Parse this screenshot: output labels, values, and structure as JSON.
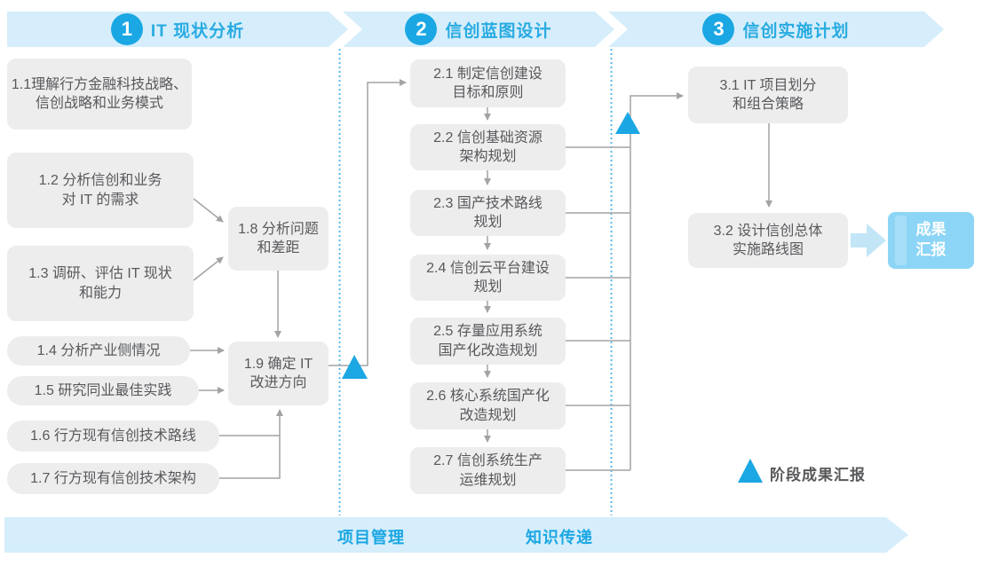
{
  "colors": {
    "accent_blue": "#1ba7e3",
    "banner_text_blue": "#29abe2",
    "banner_bg": "#d6eefb",
    "box_bg": "#ededee",
    "box_text": "#58595b",
    "connector_gray": "#a3a3a3",
    "result_box_bg": "#8dd5f6",
    "block_arrow_bg": "#c3e6f7"
  },
  "phases": [
    {
      "number": "1",
      "title": "IT 现状分析"
    },
    {
      "number": "2",
      "title": "信创蓝图设计"
    },
    {
      "number": "3",
      "title": "信创实施计划"
    }
  ],
  "phase1_boxes": {
    "b1": "1.1理解行方金融科技战略、\n信创战略和业务模式",
    "b2": "1.2 分析信创和业务\n对 IT 的需求",
    "b3": "1.3 调研、评估 IT 现状\n和能力",
    "b4": "1.4 分析产业侧情况",
    "b5": "1.5 研究同业最佳实践",
    "b6": "1.6 行方现有信创技术路线",
    "b7": "1.7 行方现有信创技术架构",
    "b8": "1.8 分析问题\n和差距",
    "b9": "1.9 确定 IT\n改进方向"
  },
  "phase2_boxes": {
    "b1": "2.1 制定信创建设\n目标和原则",
    "b2": "2.2 信创基础资源\n架构规划",
    "b3": "2.3 国产技术路线\n规划",
    "b4": "2.4 信创云平台建设\n规划",
    "b5": "2.5 存量应用系统\n国产化改造规划",
    "b6": "2.6 核心系统国产化\n改造规划",
    "b7": "2.7 信创系统生产\n运维规划"
  },
  "phase3_boxes": {
    "b1": "3.1 IT 项目划分\n和组合策略",
    "b2": "3.2 设计信创总体\n实施路线图"
  },
  "result_box": "成果\n汇报",
  "legend": {
    "label": "阶段成果汇报"
  },
  "bottom_banner": {
    "items": [
      "项目管理",
      "知识传递"
    ]
  }
}
